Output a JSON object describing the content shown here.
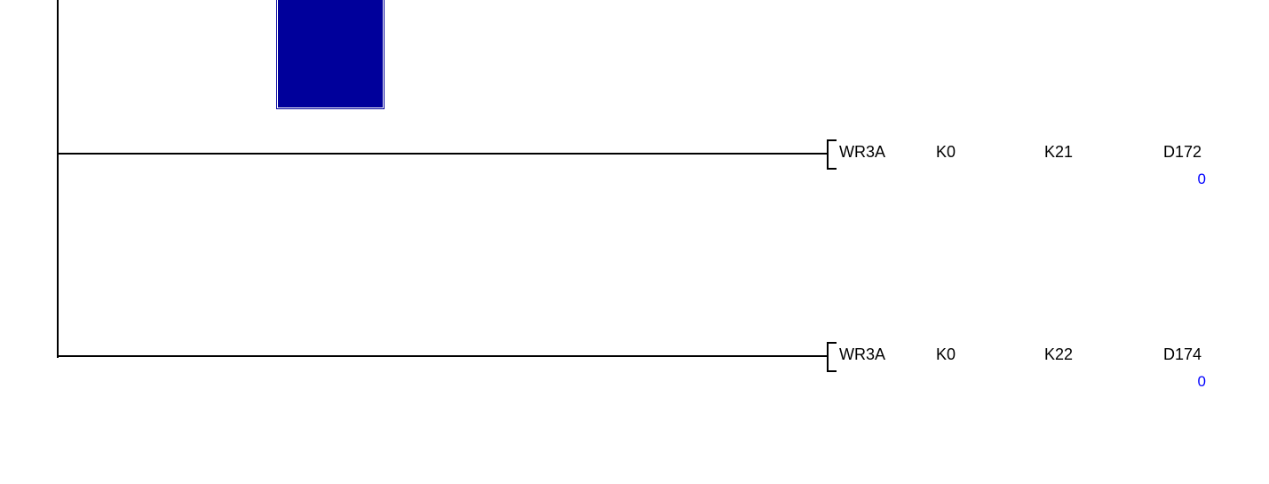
{
  "editor": {
    "type": "plc-ladder-logic",
    "background_color": "#ffffff",
    "line_color": "#000000",
    "selection_color": "#00009b",
    "value_color": "#0000ff"
  },
  "selection_block": {
    "label": ""
  },
  "rungs": [
    {
      "id": "rung-1",
      "instruction": "WR3A",
      "operands": [
        {
          "name": "operand-1",
          "text": "K0",
          "monitor_value": null
        },
        {
          "name": "operand-2",
          "text": "K21",
          "monitor_value": null
        },
        {
          "name": "operand-3",
          "text": "D172",
          "monitor_value": "0"
        }
      ]
    },
    {
      "id": "rung-2",
      "instruction": "WR3A",
      "operands": [
        {
          "name": "operand-1",
          "text": "K0",
          "monitor_value": null
        },
        {
          "name": "operand-2",
          "text": "K22",
          "monitor_value": null
        },
        {
          "name": "operand-3",
          "text": "D174",
          "monitor_value": "0"
        }
      ]
    }
  ]
}
